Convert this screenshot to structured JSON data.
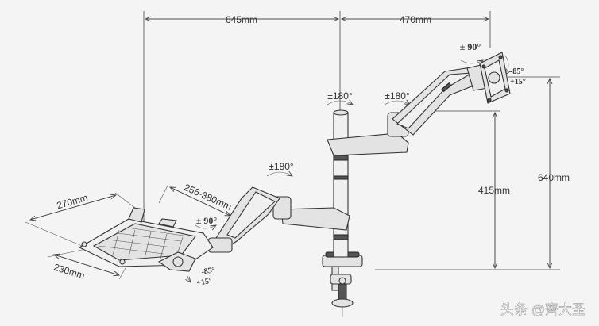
{
  "dimensions": {
    "width_total": "645mm",
    "width_monitor": "470mm",
    "height_total": "640mm",
    "height_pole": "415mm",
    "tray_width": "270mm",
    "tray_depth": "230mm",
    "tray_arm_range": "256-380mm"
  },
  "angles": {
    "pole_rotation": "±180°",
    "monitor_arm_rotation": "±180°",
    "tray_arm_rotation": "±180°",
    "monitor_swivel": "± 90°",
    "tray_swivel": "± 90°",
    "monitor_tilt_down": "-85°",
    "monitor_tilt_up": "+15°",
    "tray_tilt_down": "-85°",
    "tray_tilt_up": "+15°"
  },
  "watermark": "头条 @齊大圣",
  "colors": {
    "background": "#f4f4f4",
    "line": "#333333"
  }
}
